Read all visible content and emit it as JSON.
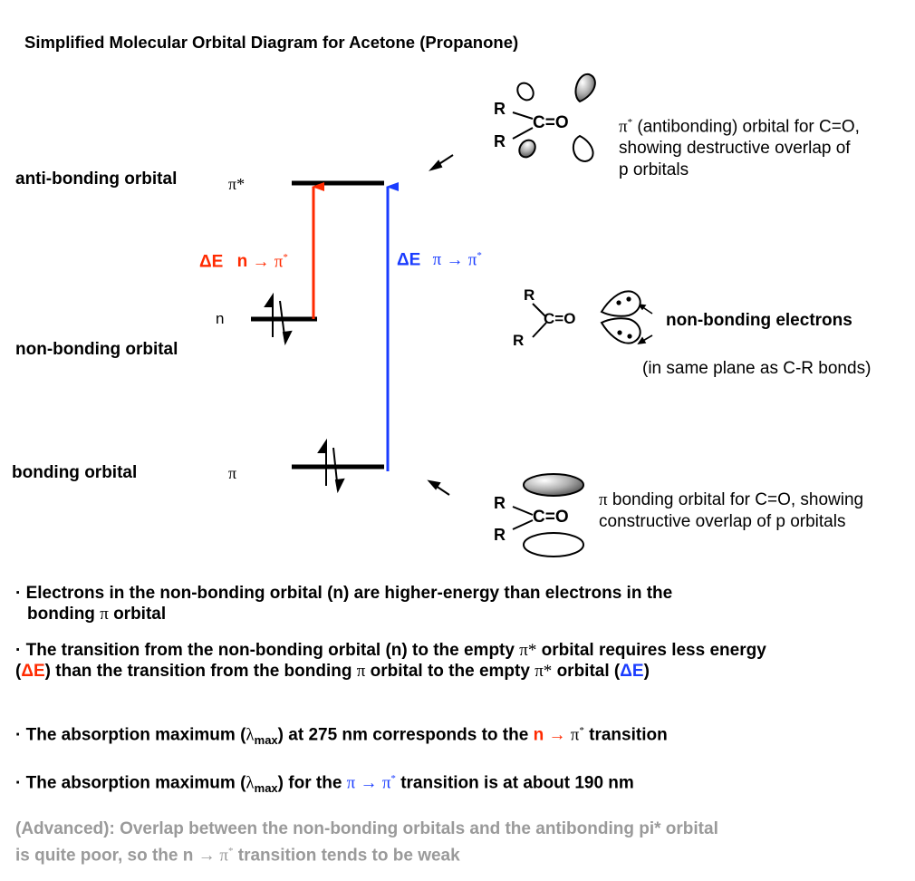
{
  "title": "Simplified Molecular Orbital Diagram for Acetone (Propanone)",
  "levels": {
    "antibonding": {
      "label": "anti-bonding orbital",
      "symbol": "π*"
    },
    "nonbonding": {
      "label": "non-bonding orbital",
      "symbol": "n"
    },
    "bonding": {
      "label": "bonding orbital",
      "symbol": "π"
    }
  },
  "transitions": {
    "n_to_pi_star": {
      "delta": "ΔE",
      "from": "n",
      "arrow": "→",
      "to": "π",
      "to_sup": "*",
      "color": "#ff2a00"
    },
    "pi_to_pi_star": {
      "delta": "ΔE",
      "from": "π",
      "arrow": "→",
      "to": "π",
      "to_sup": "*",
      "color": "#1a3cff"
    }
  },
  "molecules": {
    "substituent": "R",
    "carbonyl": "C=O"
  },
  "annotations": {
    "pi_star_line1_symbol": "π",
    "pi_star_line1_sup": "*",
    "pi_star_line1_rest": " (antibonding) orbital for C=O,",
    "pi_star_line2": "showing destructive overlap of",
    "pi_star_line3": "p orbitals",
    "nonbonding_title": "non-bonding electrons",
    "nonbonding_sub": "(in same plane as C-R bonds)",
    "pi_line1_symbol": "π",
    "pi_line1_rest": " bonding orbital for C=O, showing",
    "pi_line2": "constructive overlap of p orbitals"
  },
  "bullets": {
    "b1_line1": "Electrons in the non-bonding orbital (n) are higher-energy than electrons in the",
    "b1_line2_a": "bonding ",
    "b1_line2_pi": "π",
    "b1_line2_b": " orbital",
    "b2_line1_a": "The transition from the non-bonding orbital (n) to the empty ",
    "b2_line1_pi": "π*",
    "b2_line1_b": " orbital requires less energy",
    "b2_line2_open": "(",
    "b2_line2_de_red": "ΔE",
    "b2_line2_mid_a": ") than the transition from the bonding ",
    "b2_line2_pi": "π",
    "b2_line2_mid_b": " orbital to the empty ",
    "b2_line2_pistar": "π*",
    "b2_line2_mid_c": " orbital (",
    "b2_line2_de_blue": "ΔE",
    "b2_line2_close": ")",
    "b3_a": "The absorption maximum (",
    "b3_lambda": "λ",
    "b3_sub": "max",
    "b3_b": ") at 275 nm corresponds to the ",
    "b3_n": "n",
    "b3_arrow": "→",
    "b3_pi": "π",
    "b3_sup": "*",
    "b3_c": " transition",
    "b4_a": "The absorption maximum (",
    "b4_lambda": "λ",
    "b4_sub": "max",
    "b4_b": ") for the ",
    "b4_pi1": "π",
    "b4_arrow": "→",
    "b4_pi2": "π",
    "b4_sup": "*",
    "b4_c": " transition is at about 190 nm",
    "bullet_dot": "·"
  },
  "advanced": {
    "line1": "(Advanced): Overlap between the non-bonding orbitals and the antibonding pi* orbital",
    "line2_a": "is quite poor, so the n ",
    "line2_arrow": "→",
    "line2_pi": " π",
    "line2_sup": "*",
    "line2_b": " transition tends to be weak"
  },
  "colors": {
    "red": "#ff2a00",
    "blue": "#1a3cff",
    "gray": "#9a9a9a"
  }
}
